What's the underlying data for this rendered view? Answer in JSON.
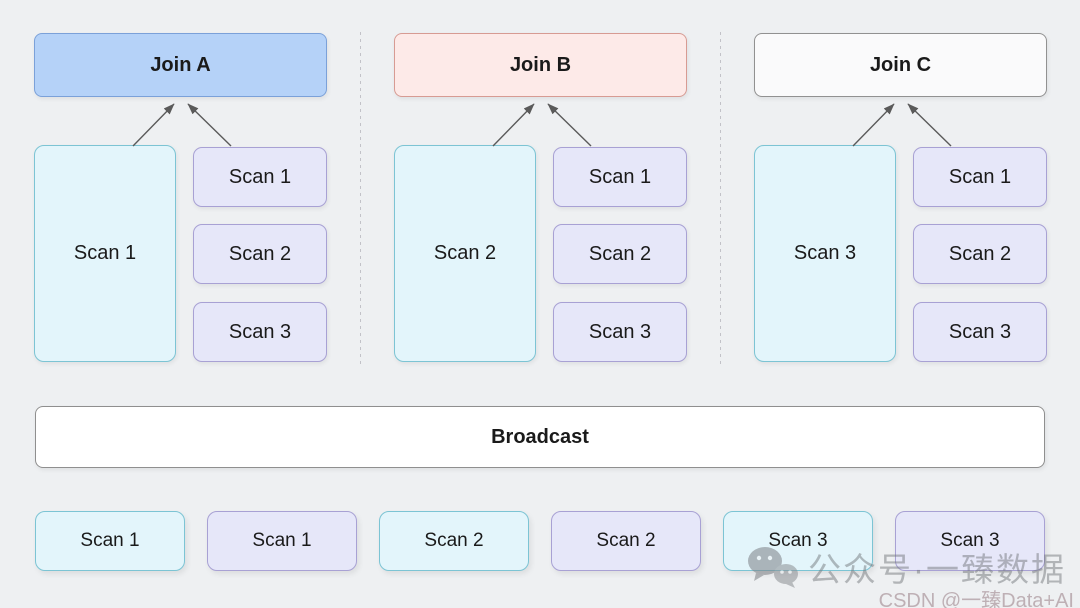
{
  "diagram_title": "broadcast-join-diagram",
  "groups": [
    {
      "join_label": "Join A",
      "big_scan_label": "Scan 1",
      "small_scan_labels": [
        "Scan 1",
        "Scan 2",
        "Scan 3"
      ]
    },
    {
      "join_label": "Join B",
      "big_scan_label": "Scan 2",
      "small_scan_labels": [
        "Scan 1",
        "Scan 2",
        "Scan 3"
      ]
    },
    {
      "join_label": "Join C",
      "big_scan_label": "Scan 3",
      "small_scan_labels": [
        "Scan 1",
        "Scan 2",
        "Scan 3"
      ]
    }
  ],
  "broadcast": {
    "label": "Broadcast"
  },
  "bottom_row": [
    {
      "label": "Scan 1",
      "variant": "cyan"
    },
    {
      "label": "Scan 1",
      "variant": "lavender"
    },
    {
      "label": "Scan 2",
      "variant": "cyan"
    },
    {
      "label": "Scan 2",
      "variant": "lavender"
    },
    {
      "label": "Scan 3",
      "variant": "cyan"
    },
    {
      "label": "Scan 3",
      "variant": "lavender"
    }
  ],
  "watermark": {
    "wechat_label": "公众号·一臻数据",
    "csdn_label": "CSDN @一臻Data+AI",
    "icon": "wechat-icon"
  },
  "colors": {
    "bg": "#eef0f2",
    "text": "#1a1a1a",
    "join_a_fill": "#b5d2f8",
    "join_a_border": "#7ba1d9",
    "join_b_fill": "#fdeae8",
    "join_b_border": "#d79b93",
    "join_c_fill": "#fafafb",
    "join_c_border": "#919191",
    "cyan_fill": "#e3f5fb",
    "cyan_border": "#7cc4d4",
    "lav_fill": "#e6e7f9",
    "lav_border": "#a8a1d4",
    "broadcast_border": "#8f8f8f",
    "arrow": "#5a5a5a",
    "dashed_divider": "#c2c2c8",
    "watermark_gray": "rgba(110,113,118,0.50)",
    "watermark_pink": "rgba(158,134,140,0.60)"
  }
}
